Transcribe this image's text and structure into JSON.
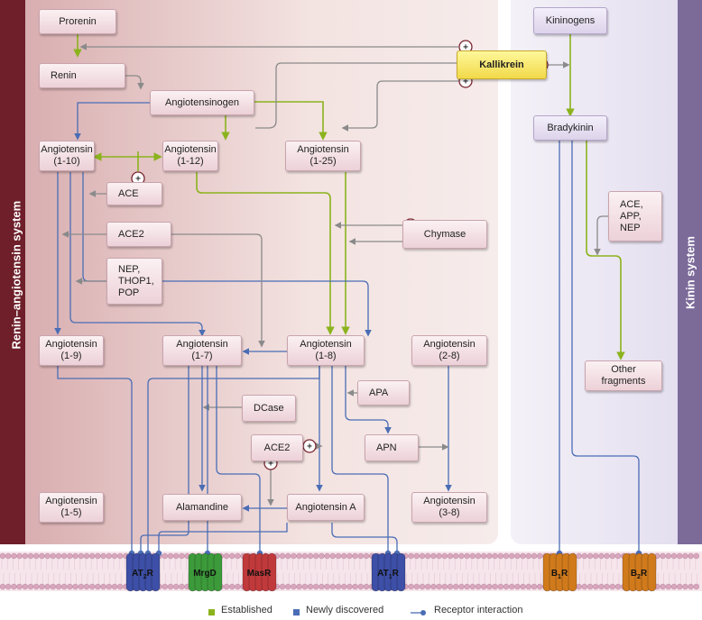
{
  "sides": {
    "left": "Renin–angiotensin system",
    "right": "Kinin system"
  },
  "nodes": {
    "prorenin": "Prorenin",
    "renin": "Renin",
    "angiotensinogen": "Angiotensinogen",
    "kallikrein": "Kallikrein",
    "kininogens": "Kininogens",
    "bradykinin": "Bradykinin",
    "ang_1_10": [
      "Angiotensin",
      "(1-10)"
    ],
    "ang_1_12": [
      "Angiotensin",
      "(1-12)"
    ],
    "ang_1_25": [
      "Angiotensin",
      "(1-25)"
    ],
    "ace": "ACE",
    "ace2_top": "ACE2",
    "chymase": "Chymase",
    "nep_thop": [
      "NEP,",
      "THOP1,",
      "POP"
    ],
    "ace_app_nep": [
      "ACE,",
      "APP,",
      "NEP"
    ],
    "ang_1_9": [
      "Angiotensin",
      "(1-9)"
    ],
    "ang_1_7": [
      "Angiotensin",
      "(1-7)"
    ],
    "ang_1_8": [
      "Angiotensin",
      "(1-8)"
    ],
    "ang_2_8": [
      "Angiotensin",
      "(2-8)"
    ],
    "other_fragments": [
      "Other",
      "fragments"
    ],
    "apa": "APA",
    "dcase": "DCase",
    "ace2_bottom": "ACE2",
    "apn": "APN",
    "ang_1_5": [
      "Angiotensin",
      "(1-5)"
    ],
    "alamandine": "Alamandine",
    "angiotensin_a": "Angiotensin A",
    "ang_3_8": [
      "Angiotensin",
      "(3-8)"
    ]
  },
  "receptors": {
    "at2r": {
      "main": "AT",
      "sub": "2",
      "tail": "R",
      "color": "#3d4fa6"
    },
    "mrgd": {
      "main": "MrgD",
      "sub": "",
      "tail": "",
      "color": "#3c9a3a"
    },
    "masr": {
      "main": "MasR",
      "sub": "",
      "tail": "",
      "color": "#c0393b"
    },
    "at1r": {
      "main": "AT",
      "sub": "1",
      "tail": "R",
      "color": "#3d4fa6"
    },
    "b1r": {
      "main": "B",
      "sub": "1",
      "tail": "R",
      "color": "#d07a1c"
    },
    "b2r": {
      "main": "B",
      "sub": "2",
      "tail": "R",
      "color": "#d07a1c"
    }
  },
  "plus_symbol": "+",
  "legend": {
    "established": "Established",
    "newly": "Newly discovered",
    "receptor": "Receptor interaction"
  },
  "colors": {
    "green": "#8bb31d",
    "blue": "#4a6db5",
    "gray": "#8a8a8a",
    "ras_panel": "#f1ddda",
    "kinin_panel": "#ece8f4",
    "ras_band": "#6e1f2a",
    "kinin_band": "#7c6a99"
  }
}
